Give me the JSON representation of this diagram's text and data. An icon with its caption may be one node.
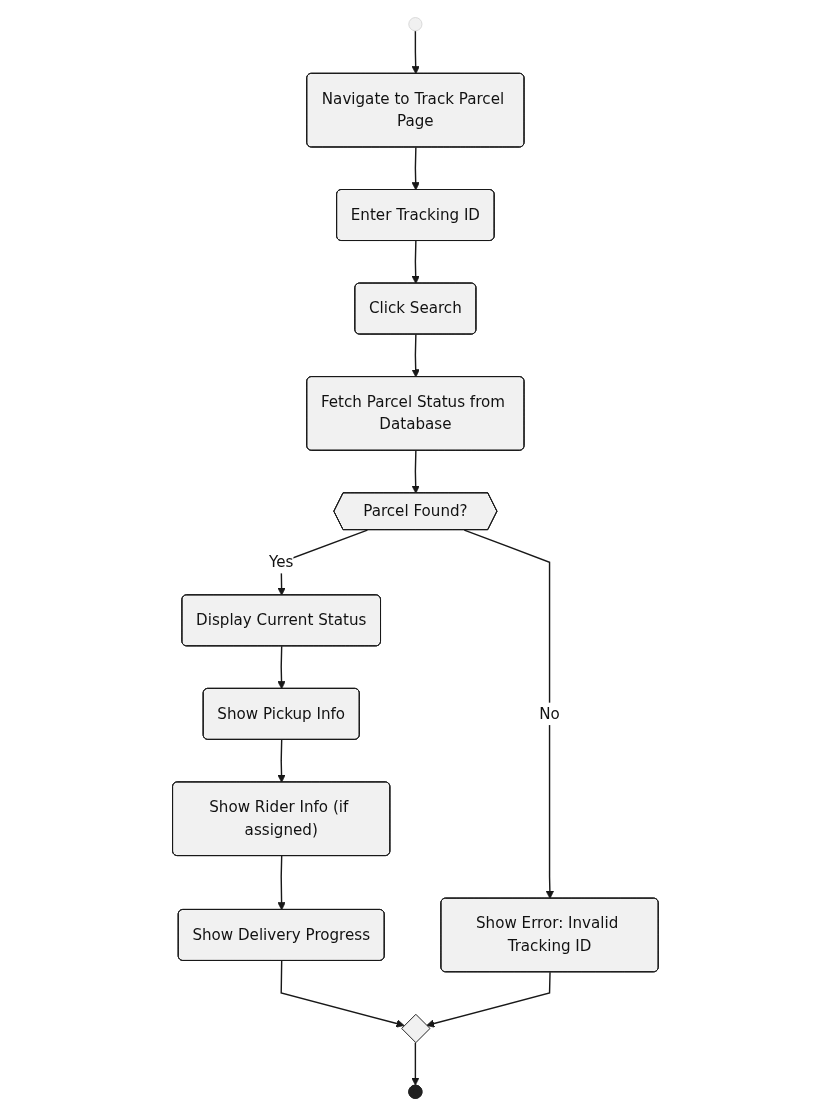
{
  "diagram": {
    "nodes": [
      {
        "text": [],
        "shape": "circle"
      },
      {
        "text": [
          "Navigate to Track Parcel Page"
        ]
      },
      {
        "text": [
          "Enter Tracking ID"
        ]
      },
      {
        "text": [
          "Click Search"
        ]
      },
      {
        "text": [
          "Fetch Parcel Status from Database"
        ]
      },
      {
        "text": [
          "Parcel Found?"
        ]
      },
      {
        "text": [
          "Display Current Status"
        ]
      },
      {
        "text": [
          "Show Error: Invalid Tracking ID"
        ]
      },
      {
        "text": [
          "Show Pickup Info"
        ]
      },
      {
        "text": [
          "Show Rider Info (if assigned)"
        ]
      },
      {
        "text": [
          "Show Delivery Progress"
        ]
      },
      {
        "text": [],
        "shape": "diamond"
      },
      {
        "text": [],
        "shape": "circle"
      }
    ],
    "edges": [
      {
        "from": 0,
        "to": 1,
        "arrow": "to"
      },
      {
        "from": 1,
        "to": 2,
        "arrow": "to"
      },
      {
        "from": 2,
        "to": 3,
        "arrow": "to"
      },
      {
        "from": 3,
        "to": 4,
        "arrow": "to"
      },
      {
        "from": 4,
        "to": 5,
        "arrow": "to"
      },
      {
        "from": 5,
        "to": 6,
        "arrow": "to",
        "label": "Yes"
      },
      {
        "from": 5,
        "to": 7,
        "arrow": "to",
        "label": "No"
      },
      {
        "from": 6,
        "to": 8,
        "arrow": "to"
      },
      {
        "from": 8,
        "to": 9,
        "arrow": "to"
      },
      {
        "from": 9,
        "to": 10,
        "arrow": "to"
      },
      {
        "from": 10,
        "to": 11,
        "arrow": "to"
      },
      {
        "from": 7,
        "to": 11,
        "arrow": "to"
      },
      {
        "from": 11,
        "to": 12,
        "arrow": "to"
      }
    ]
  }
}
